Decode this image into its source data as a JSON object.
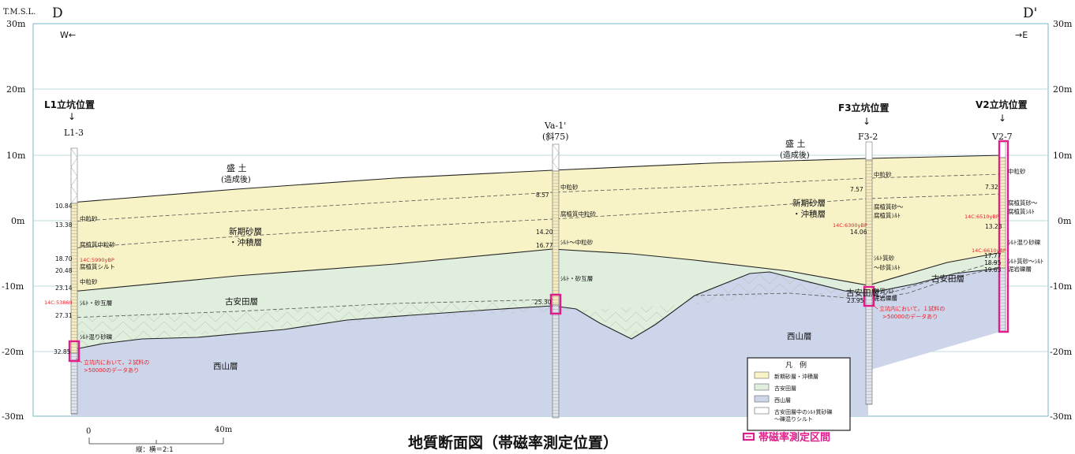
{
  "axis": {
    "unit_label": "T.M.S.L.",
    "left_ticks": [
      "30m",
      "20m",
      "10m",
      "0m",
      "-10m",
      "-20m",
      "-30m"
    ],
    "right_ticks": [
      "30m",
      "20m",
      "10m",
      "0m",
      "-10m",
      "-20m",
      "-30m"
    ],
    "ylim": [
      -30,
      30
    ]
  },
  "section": {
    "left_label": "D",
    "right_label": "D'",
    "west": "W←",
    "east": "→E"
  },
  "shafts": {
    "l1": {
      "title": "L1立坑位置",
      "arrow": "↓"
    },
    "f3": {
      "title": "F3立坑位置",
      "arrow": "↓"
    },
    "v2": {
      "title": "V2立坑位置",
      "arrow": "↓"
    }
  },
  "boreholes": {
    "l1_3": {
      "name": "L1-3",
      "depths": [
        "10.84",
        "13.38",
        "18.70",
        "20.48",
        "23.14",
        "27.31",
        "32.85"
      ],
      "layers": [
        "中粒砂",
        "腐植質中粒砂",
        "腐植質シルト",
        "中粒砂",
        "ｼﾙﾄ・砂互層",
        "ｼﾙﾄ混り砂礫"
      ],
      "c14": [
        "14C:5990yBP",
        "14C:53860"
      ]
    },
    "va1": {
      "name": "Va-1'",
      "note": "(斜75)",
      "depths": [
        "8.57",
        "14.20",
        "16.77",
        "25.30"
      ],
      "layers": [
        "中粒砂",
        "腐植質中粒砂",
        "ｼﾙﾄ〜中粒砂",
        "ｼﾙﾄ・砂互層"
      ]
    },
    "f3_2": {
      "name": "F3-2",
      "depths": [
        "7.57",
        "14.06",
        "23.95"
      ],
      "layers": [
        "中粒砂",
        "腐植質砂〜",
        "腐植質ｼﾙﾄ",
        "ｼﾙﾄ質砂",
        "〜砂質ｼﾙﾄ",
        "砂質ｼﾙﾄ",
        "泥岩礫層"
      ],
      "c14": "14C:6300yBP"
    },
    "v2_7": {
      "name": "V2-7",
      "depths": [
        "7.32",
        "13.23",
        "17.77",
        "18.95",
        "19.63"
      ],
      "layers": [
        "中粒砂",
        "腐植質砂〜",
        "腐植質ｼﾙﾄ",
        "ｼﾙﾄ混り砂礫",
        "ｼﾙﾄ質砂〜ｼﾙﾄ",
        "泥岩礫層"
      ],
      "c14": [
        "14C:6510yBP",
        "14C:6610yBP"
      ]
    }
  },
  "unit_labels": {
    "fill1": "盛 土",
    "fill1_sub": "(造成後)",
    "fill2": "盛 土",
    "fill2_sub": "(造成後)",
    "shinki_1a": "新期砂層",
    "shinki_1b": "・沖積層",
    "shinki_2a": "新期砂層",
    "shinki_2b": "・沖積層",
    "koyasuda_1": "古安田層",
    "koyasuda_2": "古安田層",
    "koyasuda_3": "古安田層",
    "nishiyama_1": "西山層",
    "nishiyama_2": "西山層"
  },
  "notes": {
    "l1_a": "立坑内において，２試料の",
    "l1_b": ">50000のデータあり",
    "f3_a": "立坑内において，１試料の",
    "f3_b": ">50000のデータあり"
  },
  "legend": {
    "title": "凡　例",
    "items": [
      {
        "label": "新期砂層・沖積層",
        "color": "#f8f3c6"
      },
      {
        "label": "古安田層",
        "color": "#dfeedd"
      },
      {
        "label": "西山層",
        "color": "#cdd5ea"
      },
      {
        "label": "古安田層中のｼﾙﾄ質砂礫",
        "label2": "〜礫混りシルト",
        "color": "#ffffff"
      }
    ],
    "magnetic": "帯磁率測定区間"
  },
  "scale": {
    "zero": "0",
    "forty": "40m",
    "ratio": "縦：横＝2:1"
  },
  "caption": "地質断面図（帯磁率測定位置）",
  "colors": {
    "shinki": "#f8f3c6",
    "koyasuda": "#dfeedd",
    "nishiyama": "#cdd5ea",
    "magenta": "#e21c8c",
    "note_red": "#e8202a"
  }
}
